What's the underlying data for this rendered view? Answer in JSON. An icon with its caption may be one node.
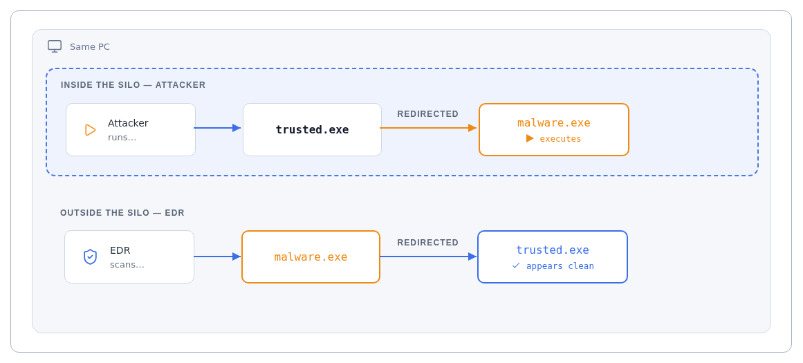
{
  "diagram": {
    "nodes": [
      {
        "text": [
          "Same PC"
        ]
      },
      {
        "text": [
          "INSIDE THE SILO — ATTACKER"
        ],
        "in": 0
      },
      {
        "text": [
          "Attacker",
          "runs…"
        ],
        "in": 1
      },
      {
        "text": [
          "trusted.exe"
        ],
        "in": 1
      },
      {
        "text": [
          "malware.exe",
          "executes"
        ],
        "in": 1
      },
      {
        "text": [
          "EDR",
          "scans…"
        ],
        "in": 0
      },
      {
        "text": [
          "malware.exe"
        ],
        "in": 0
      },
      {
        "text": [
          "trusted.exe",
          "appears clean"
        ],
        "in": 0
      }
    ],
    "edges": [
      {
        "from": 2,
        "to": 3,
        "arrow": "to"
      },
      {
        "from": 3,
        "to": 4,
        "arrow": "to",
        "label": "REDIRECTED",
        "color": "#ee8a12"
      },
      {
        "from": 5,
        "to": 6,
        "arrow": "to"
      },
      {
        "from": 6,
        "to": 7,
        "arrow": "to",
        "label": "REDIRECTED"
      }
    ],
    "labels": [
      "OUTSIDE THE SILO — EDR"
    ]
  }
}
